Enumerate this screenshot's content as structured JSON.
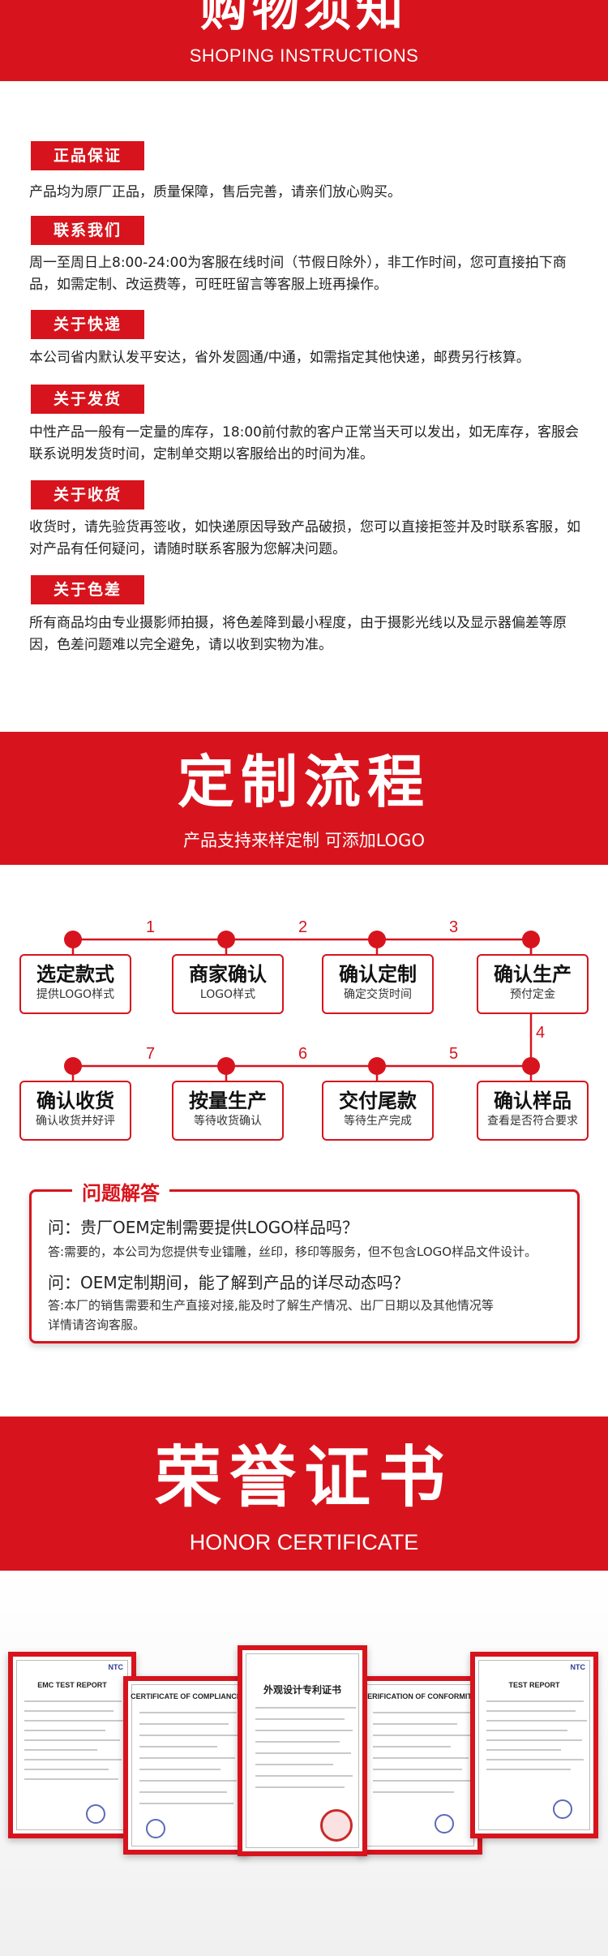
{
  "shopping": {
    "title": "购物须知",
    "subtitle": "SHOPING INSTRUCTIONS",
    "sections": [
      {
        "label": "正品保证",
        "text": "产品均为原厂正品，质量保障，售后完善，请亲们放心购买。"
      },
      {
        "label": "联系我们",
        "text": "周一至周日上8:00-24:00为客服在线时间（节假日除外），非工作时间，您可直接拍下商品，如需定制、改运费等，可旺旺留言等客服上班再操作。"
      },
      {
        "label": "关于快递",
        "text": "本公司省内默认发平安达，省外发圆通/中通，如需指定其他快递，邮费另行核算。"
      },
      {
        "label": "关于发货",
        "text": "中性产品一般有一定量的库存，18:00前付款的客户正常当天可以发出，如无库存，客服会联系说明发货时间，定制单交期以客服给出的时间为准。"
      },
      {
        "label": "关于收货",
        "text": "收货时，请先验货再签收，如快递原因导致产品破损，您可以直接拒签并及时联系客服，如对产品有任何疑问，请随时联系客服为您解决问题。"
      },
      {
        "label": "关于色差",
        "text": "所有商品均由专业摄影师拍摄，将色差降到最小程度，由于摄影光线以及显示器偏差等原因，色差问题难以完全避免，请以收到实物为准。"
      }
    ]
  },
  "flow": {
    "title": "定制流程",
    "subtitle": "产品支持来样定制 可添加LOGO",
    "numbers": [
      "1",
      "2",
      "3",
      "4",
      "5",
      "6",
      "7"
    ],
    "steps": [
      {
        "title": "选定款式",
        "sub": "提供LOGO样式"
      },
      {
        "title": "商家确认",
        "sub": "LOGO样式"
      },
      {
        "title": "确认定制",
        "sub": "确定交货时间"
      },
      {
        "title": "确认生产",
        "sub": "预付定金"
      },
      {
        "title": "确认样品",
        "sub": "查看是否符合要求"
      },
      {
        "title": "交付尾款",
        "sub": "等待生产完成"
      },
      {
        "title": "按量生产",
        "sub": "等待收货确认"
      },
      {
        "title": "确认收货",
        "sub": "确认收货并好评"
      }
    ]
  },
  "faq": {
    "title": "问题解答",
    "items": [
      {
        "q": "问：贵厂OEM定制需要提供LOGO样品吗？",
        "a": "答:需要的，本公司为您提供专业镭雕，丝印，移印等服务，但不包含LOGO样品文件设计。"
      },
      {
        "q": "问：OEM定制期间，能了解到产品的详尽动态吗？",
        "a": "答:本厂的销售需要和生产直接对接,能及时了解生产情况、出厂日期以及其他情况等详情请咨询客服。"
      }
    ]
  },
  "honor": {
    "title": "荣誉证书",
    "subtitle": "HONOR CERTIFICATE",
    "certificates": [
      {
        "heading": "EMC TEST REPORT",
        "logo": "NTC"
      },
      {
        "heading": "CERTIFICATE OF COMPLIANCE",
        "logo": ""
      },
      {
        "heading": "外观设计专利证书",
        "logo": ""
      },
      {
        "heading": "VERIFICATION OF CONFORMITY",
        "logo": ""
      },
      {
        "heading": "TEST REPORT",
        "logo": "NTC"
      }
    ]
  },
  "colors": {
    "brand_red": "#d7141d"
  }
}
